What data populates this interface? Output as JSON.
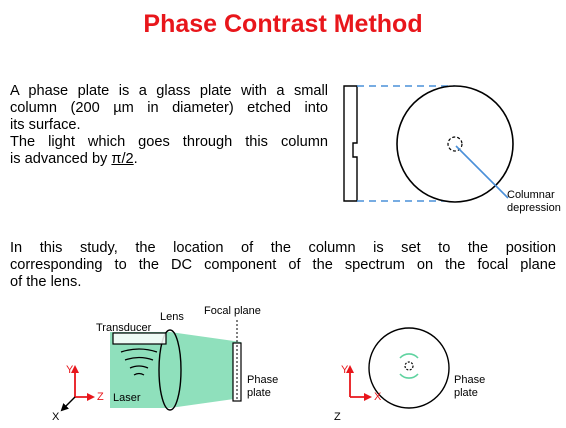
{
  "title": "Phase Contrast Method",
  "intro": {
    "line1": "A phase plate is a glass plate with a small",
    "line2": "column (200 µm in diameter) etched into",
    "line3": "its surface.",
    "line4": "The light which goes through this column",
    "line5_prefix": "is advanced by ",
    "line5_value": "π/2",
    "line5_suffix": "."
  },
  "study": {
    "line1": "In this study, the location of the column is set to the position",
    "line2": "corresponding to the DC component of the spectrum on the focal plane",
    "line3": "of the lens."
  },
  "top_diagram": {
    "callout_line1": "Columnar",
    "callout_line2": "depression"
  },
  "side_view": {
    "lens": "Lens",
    "focal_plane": "Focal plane",
    "transducer": "Transducer",
    "laser": "Laser",
    "phase_plate_line1": "Phase",
    "phase_plate_line2": "plate",
    "axis_y": "Y",
    "axis_z": "Z",
    "axis_x": "X"
  },
  "front_view": {
    "phase_plate_line1": "Phase",
    "phase_plate_line2": "plate",
    "axis_y": "Y",
    "axis_x": "X",
    "axis_z": "Z"
  },
  "colors": {
    "title": "#e8161b",
    "beam": "#5fd3a0",
    "dashed": "#4a90d9",
    "axis": "#e8161b"
  }
}
